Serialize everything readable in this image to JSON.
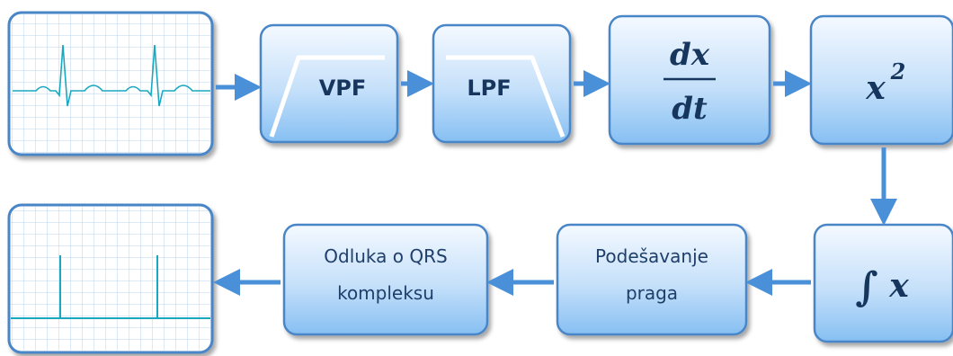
{
  "blocks": {
    "vpf": "VPF",
    "lpf": "LPF",
    "derivative_numerator": "dx",
    "derivative_denominator": "dt",
    "square_base": "x",
    "square_exponent": "2",
    "integral_symbol": "∫",
    "integral_var": "x",
    "threshold_line1": "Podešavanje",
    "threshold_line2": "praga",
    "decision_line1": "Odluka o QRS",
    "decision_line2": "kompleksu"
  },
  "colors": {
    "box_fill_top": "#f2f8ff",
    "box_fill_bottom": "#8cc3f3",
    "box_border": "#4a86c8",
    "arrow": "#4a90d9",
    "signal": "#1aa8c0",
    "grid": "#b9d3ef",
    "text": "#17365d"
  }
}
